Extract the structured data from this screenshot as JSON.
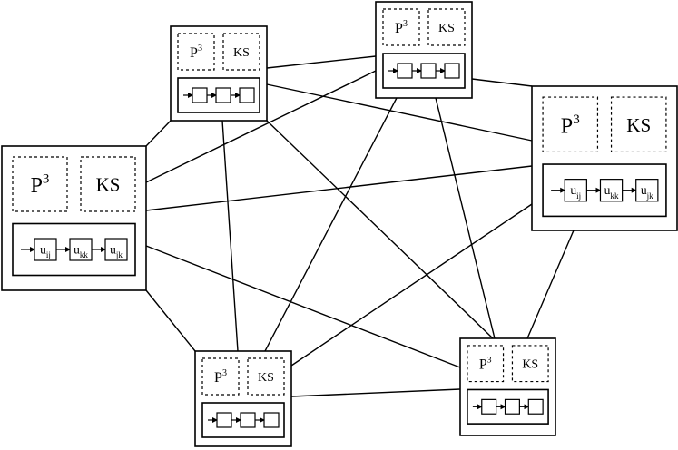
{
  "labels": {
    "p": "P",
    "p_sup": "3",
    "ks": "KS",
    "u": "u",
    "cells": [
      "ij",
      "kk",
      "jk"
    ]
  },
  "nodes": [
    {
      "id": "node-top-left",
      "cell_labels": false
    },
    {
      "id": "node-top-middle",
      "cell_labels": false
    },
    {
      "id": "node-right",
      "cell_labels": true
    },
    {
      "id": "node-left",
      "cell_labels": true
    },
    {
      "id": "node-bottom-left",
      "cell_labels": false
    },
    {
      "id": "node-bottom-right",
      "cell_labels": false
    }
  ],
  "edges": [
    [
      "node-top-left",
      "node-top-middle"
    ],
    [
      "node-top-left",
      "node-right"
    ],
    [
      "node-top-left",
      "node-left"
    ],
    [
      "node-top-left",
      "node-bottom-left"
    ],
    [
      "node-top-left",
      "node-bottom-right"
    ],
    [
      "node-top-middle",
      "node-right"
    ],
    [
      "node-top-middle",
      "node-left"
    ],
    [
      "node-top-middle",
      "node-bottom-left"
    ],
    [
      "node-top-middle",
      "node-bottom-right"
    ],
    [
      "node-right",
      "node-left"
    ],
    [
      "node-right",
      "node-bottom-left"
    ],
    [
      "node-right",
      "node-bottom-right"
    ],
    [
      "node-left",
      "node-bottom-left"
    ],
    [
      "node-left",
      "node-bottom-right"
    ],
    [
      "node-bottom-left",
      "node-bottom-right"
    ]
  ]
}
